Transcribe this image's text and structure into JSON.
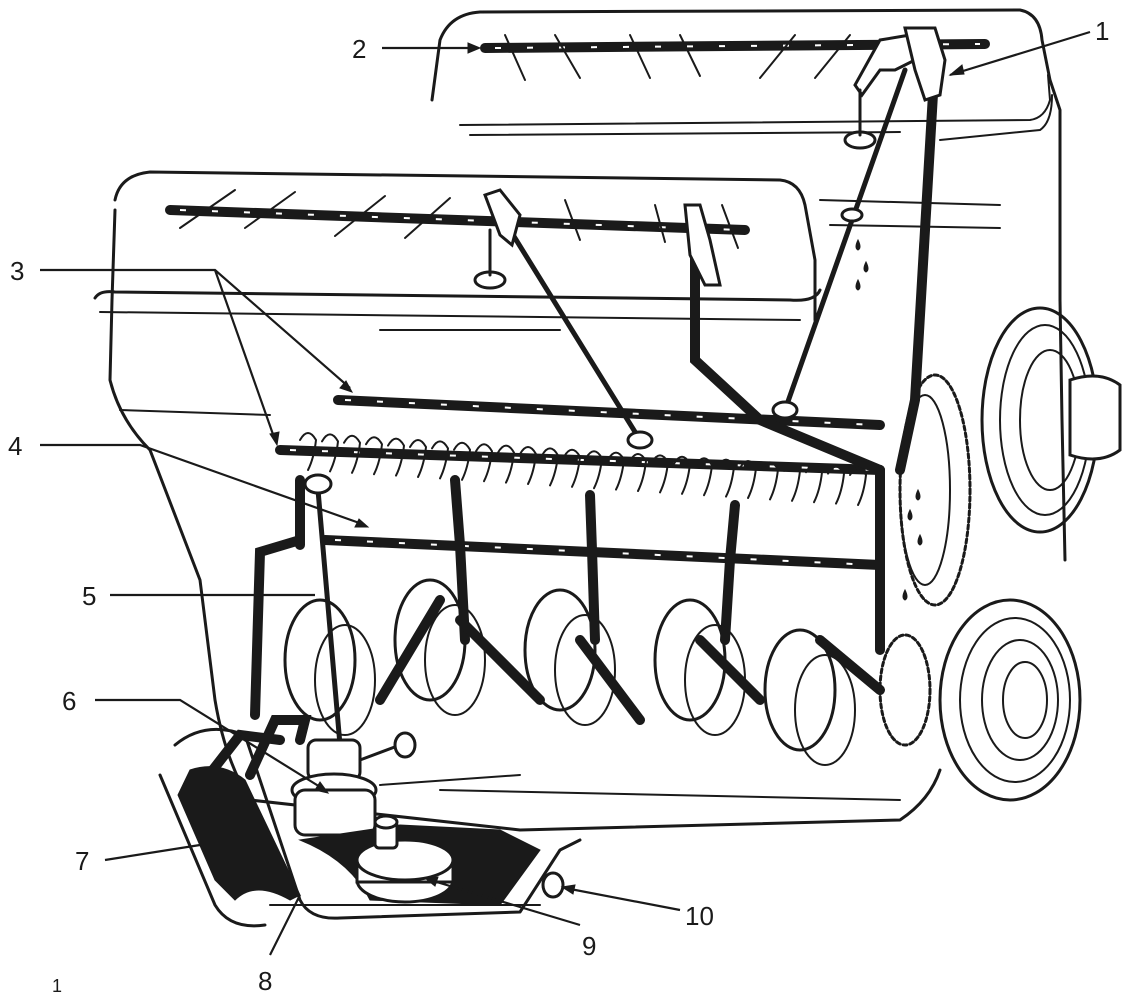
{
  "figure_number": "1",
  "callouts": [
    {
      "id": "1",
      "label": "1"
    },
    {
      "id": "2",
      "label": "2"
    },
    {
      "id": "3",
      "label": "3"
    },
    {
      "id": "4",
      "label": "4"
    },
    {
      "id": "5",
      "label": "5"
    },
    {
      "id": "6",
      "label": "6"
    },
    {
      "id": "7",
      "label": "7"
    },
    {
      "id": "8",
      "label": "8"
    },
    {
      "id": "9",
      "label": "9"
    },
    {
      "id": "10",
      "label": "10"
    }
  ],
  "colors": {
    "ink": "#1a1a1a",
    "paper": "#ffffff"
  }
}
